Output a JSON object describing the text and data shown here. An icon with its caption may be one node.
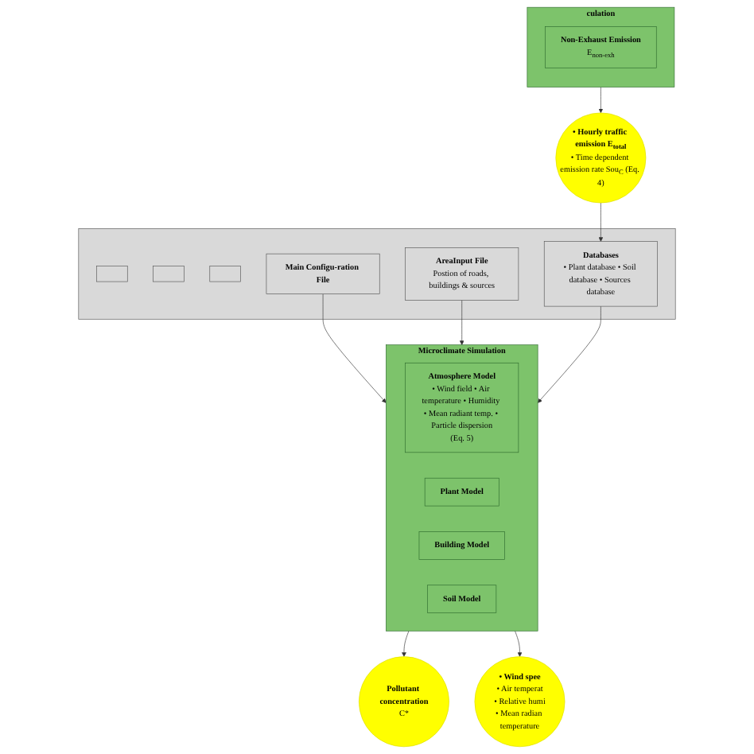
{
  "diagram": {
    "nodes": [
      {
        "text": [],
        "shape": "box"
      },
      {
        "text": [],
        "shape": "box",
        "in": 0
      },
      {
        "text": [],
        "shape": "box",
        "in": 0
      },
      {
        "text": [],
        "shape": "box",
        "in": 0
      },
      {
        "text": [
          "Main Configu-ration File"
        ],
        "in": 0
      },
      {
        "text": [
          "AreaInput File",
          "Postion of roads, buildings & sources"
        ],
        "in": 0
      },
      {
        "text": [
          "Databases",
          "• Plant database • Soil database • Sources database"
        ],
        "in": 0
      },
      {
        "text": [
          "Microclimate Simulation"
        ]
      },
      {
        "text": [
          "Atmosphere Model",
          "• Wind field • Air temperature • Humidity • Mean radiant temp. • Particle dispersion",
          "(Eq. 5)"
        ],
        "in": 7
      },
      {
        "text": [
          "Plant Model"
        ],
        "in": 7
      },
      {
        "text": [
          "Building Model"
        ],
        "in": 7
      },
      {
        "text": [
          "Soil Model"
        ],
        "in": 7
      },
      {
        "text": [
          "culation"
        ]
      },
      {
        "text": [
          "Non-Exhaust Emission",
          "E$_{non-exh}$"
        ],
        "in": 12
      },
      {
        "text": [
          "• Hourly traffic emission E$_{total}$",
          "• Time dependent emission rate Sou$_{C}$ (Eq. 4)"
        ]
      },
      {
        "text": [
          "Pollutant concentration",
          "C*"
        ]
      },
      {
        "text": [
          "• Wind spee",
          "• Air temperat",
          "• Relative humi",
          "• Mean radian temperature"
        ]
      }
    ],
    "edges": [
      {
        "from": 4,
        "to": 7,
        "arrow": "to"
      },
      {
        "from": 5,
        "to": 7,
        "arrow": "to"
      },
      {
        "from": 6,
        "to": 7,
        "arrow": "to"
      },
      {
        "from": 12,
        "to": 14,
        "arrow": "to"
      },
      {
        "from": 14,
        "to": 6,
        "arrow": "to"
      },
      {
        "from": 7,
        "to": 15,
        "arrow": "to"
      },
      {
        "from": 7,
        "to": 16,
        "arrow": "to"
      }
    ]
  }
}
